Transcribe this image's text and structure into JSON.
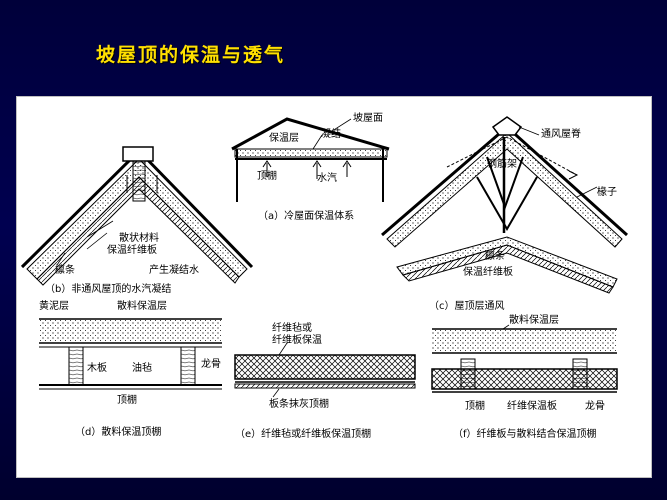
{
  "slide_title": "坡屋顶的保温与透气",
  "diagrams": {
    "a": {
      "caption": "（a）冷屋面保温体系",
      "labels": {
        "roof_surface": "坡屋面",
        "insulation": "保温层",
        "condensation": "凝结",
        "ceiling": "顶棚",
        "vapor": "水汽"
      }
    },
    "b": {
      "caption": "（b）非通风屋顶的水汽凝结",
      "labels": {
        "loose_material": "散状材料",
        "fiber_board": "保温纤维板",
        "purlin": "檩条",
        "condensate": "产生凝结水"
      }
    },
    "c": {
      "caption": "（c）屋顶层通风",
      "labels": {
        "ridge_vent": "通风屋脊",
        "rebar_frame": "钢筋架",
        "rafter": "椽子",
        "purlin": "檩条",
        "fiber_board": "保温纤维板"
      }
    },
    "d": {
      "caption": "（d）散料保温顶棚",
      "labels": {
        "clay_layer": "黄泥层",
        "loose_insulation": "散料保温层",
        "wood_board": "木板",
        "felt": "油毡",
        "joist": "龙骨",
        "ceiling": "顶棚"
      }
    },
    "e": {
      "caption": "（e）纤维毡或纤维板保温顶棚",
      "labels": {
        "fiber_felt_line1": "纤维毡或",
        "fiber_felt_line2": "纤维板保温",
        "lath_plaster_ceiling": "板条抹灰顶棚"
      }
    },
    "f": {
      "caption": "（f）纤维板与散料结合保温顶棚",
      "labels": {
        "loose_insulation": "散料保温层",
        "ceiling": "顶棚",
        "fiber_board": "纤维保温板",
        "joist": "龙骨"
      }
    }
  }
}
